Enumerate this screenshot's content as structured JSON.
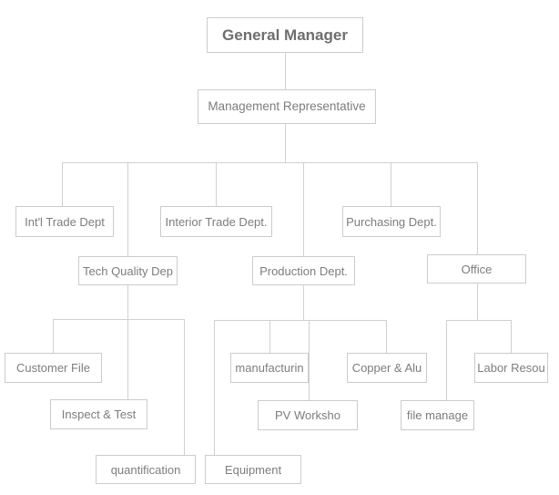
{
  "chart": {
    "type": "org-chart",
    "title": "General Manager",
    "background_color": "#ffffff",
    "box_border_color": "#cccccc",
    "connector_color": "#d0d0d0",
    "text_color": "#7d7d7d"
  },
  "nodes": {
    "general_manager": "General Manager",
    "management_representative": "Management Representative",
    "intl_trade_dept": "Int'l Trade Dept",
    "interior_trade_dept": "Interior Trade Dept.",
    "purchasing_dept": "Purchasing Dept.",
    "tech_quality_dep": "Tech Quality Dep",
    "production_dept": "Production Dept.",
    "office": "Office",
    "customer_file": "Customer File",
    "inspect_and_test": "Inspect & Test",
    "quantification": "quantification",
    "manufacturin": "manufacturin",
    "pv_worksho": "PV Worksho",
    "equipment": "Equipment",
    "copper_and_alu": "Copper & Alu",
    "file_manage": "file manage",
    "labor_resou": "Labor Resou"
  }
}
